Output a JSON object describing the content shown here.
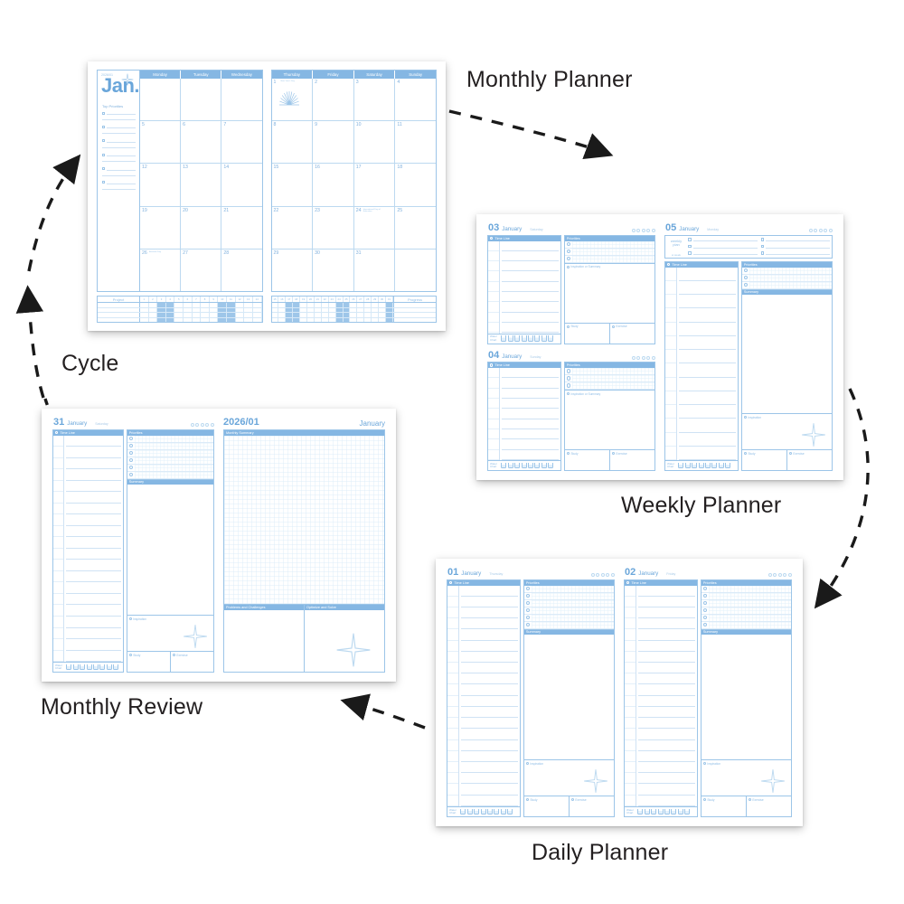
{
  "captions": {
    "monthly_planner": "Monthly Planner",
    "weekly_planner": "Weekly Planner",
    "daily_planner": "Daily Planner",
    "monthly_review": "Monthly Review",
    "cycle": "Cycle"
  },
  "colors": {
    "accent": "#85b7e3",
    "accent_dark": "#6aa6da",
    "line": "#9cc5e8",
    "line_light": "#cfe2f4",
    "fill": "#9ec6e9",
    "caption": "#231f20",
    "paper": "#ffffff"
  },
  "monthly_planner": {
    "year_month": "2026/01",
    "month_short": "Jan.",
    "top_priorities_label": "Top Priorities",
    "priority_rows": 6,
    "weekdays_left": [
      "Monday",
      "Tuesday",
      "Wednesday"
    ],
    "weekdays_right": [
      "Thursday",
      "Friday",
      "Saturday",
      "Sunday"
    ],
    "weeks_left": [
      [
        "",
        "",
        ""
      ],
      [
        "5",
        "6",
        "7"
      ],
      [
        "12",
        "13",
        "14"
      ],
      [
        "19",
        "20",
        "21"
      ],
      [
        "26",
        "27",
        "28"
      ]
    ],
    "weeks_right": [
      [
        "1",
        "2",
        "3",
        "4"
      ],
      [
        "8",
        "9",
        "10",
        "11"
      ],
      [
        "15",
        "16",
        "17",
        "18"
      ],
      [
        "22",
        "23",
        "24",
        "25"
      ],
      [
        "29",
        "30",
        "31",
        ""
      ]
    ],
    "notes": {
      "1": "New Year's Day",
      "24": "International Day of Education",
      "26": "Australia Day"
    },
    "gantt": {
      "project_label": "Project",
      "progress_label": "Progress",
      "days_left": [
        "1",
        "2",
        "3",
        "4",
        "5",
        "6",
        "7",
        "8",
        "9",
        "10",
        "11",
        "12",
        "13",
        "14"
      ],
      "days_right": [
        "15",
        "16",
        "17",
        "18",
        "19",
        "20",
        "21",
        "22",
        "23",
        "24",
        "25",
        "26",
        "27",
        "28",
        "29",
        "30",
        "31"
      ],
      "rows": 4,
      "filled_left": [
        2,
        3,
        9,
        10
      ],
      "filled_right": [
        2,
        3,
        9,
        10,
        16
      ]
    }
  },
  "weekly_planner": {
    "days": [
      {
        "num": "03",
        "month": "January",
        "dow": "Saturday"
      },
      {
        "num": "04",
        "month": "January",
        "dow": "Sunday"
      },
      {
        "num": "05",
        "month": "January",
        "dow": "Monday"
      }
    ],
    "weekly_plan_label": "weekly plan",
    "week_label": "w week",
    "weekly_plan_items": 6,
    "labels": {
      "time_line": "Time Line",
      "priorities": "Priorities",
      "summary": "Summary",
      "inspiration_or_summary": "Inspiration or Summary",
      "inspiration": "Inspiration",
      "study": "Study",
      "exercise": "Exercise",
      "water_chart": "Water Chart"
    },
    "water_cups": 8,
    "weather_icons": [
      "sun-icon",
      "moon-icon",
      "cloud-icon",
      "rain-icon",
      "snow-icon"
    ]
  },
  "daily_planner": {
    "days": [
      {
        "num": "01",
        "month": "January",
        "dow": "Thursday"
      },
      {
        "num": "02",
        "month": "January",
        "dow": "Friday"
      }
    ],
    "labels": {
      "time_line": "Time Line",
      "priorities": "Priorities",
      "summary": "Summary",
      "inspiration": "Inspiration",
      "study": "Study",
      "exercise": "Exercise",
      "water_chart": "Water Chart"
    },
    "priority_rows": 6,
    "water_cups": 8,
    "weather_icons": [
      "sun-icon",
      "moon-icon",
      "cloud-icon",
      "rain-icon",
      "snow-icon"
    ]
  },
  "monthly_review": {
    "day": {
      "num": "31",
      "month": "January",
      "dow": "Saturday"
    },
    "year_month": "2026/01",
    "month_name": "January",
    "labels": {
      "time_line": "Time Line",
      "priorities": "Priorities",
      "summary": "Summary",
      "inspiration": "Inspiration",
      "study": "Study",
      "exercise": "Exercise",
      "water_chart": "Water Chart",
      "monthly_summary": "Monthly Summary",
      "problems_and_challenges": "Problems and Challenges",
      "optimize_and_solve": "Optimize and Solve"
    },
    "priority_rows": 6,
    "water_cups": 8
  }
}
